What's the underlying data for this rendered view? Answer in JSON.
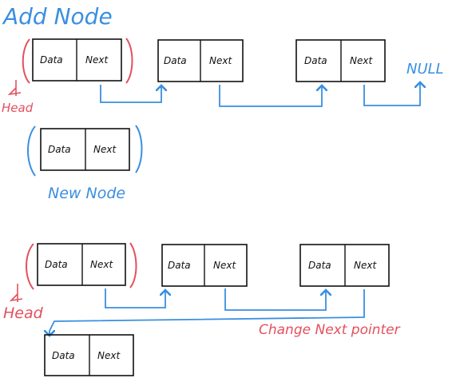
{
  "title": "Add Node",
  "null_label": "NULL",
  "head_label_top": "Head",
  "new_node_label": "New Node",
  "head_label_bottom": "Head",
  "change_label": "Change Next pointer",
  "cell_data": "Data",
  "cell_next": "Next",
  "colors": {
    "blue": "#3a8fe0",
    "red": "#e4505e",
    "ink": "#111111"
  }
}
